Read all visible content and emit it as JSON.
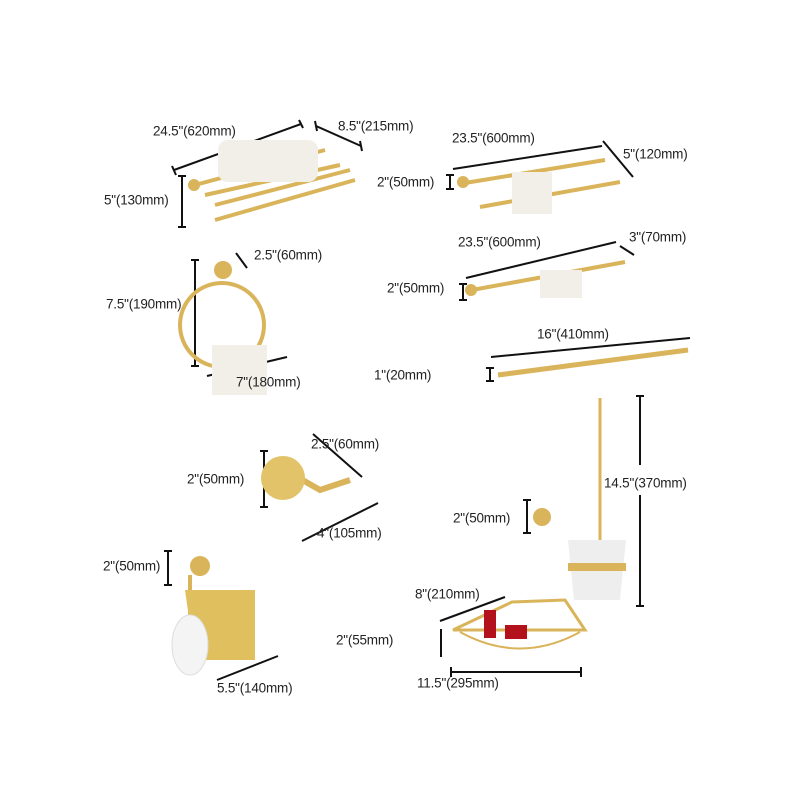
{
  "colors": {
    "gold": "#d9b45a",
    "gold_dark": "#b08a2e",
    "line": "#111111",
    "towel": "#f1efe8",
    "red": "#b3121c"
  },
  "products": [
    {
      "name": "towel-rack-shelf",
      "dims": [
        "24.5\"(620mm)",
        "8.5\"(215mm)",
        "5\"(130mm)"
      ]
    },
    {
      "name": "double-towel-bar",
      "dims": [
        "23.5\"(600mm)",
        "5\"(120mm)",
        "2\"(50mm)"
      ]
    },
    {
      "name": "towel-ring",
      "dims": [
        "2.5\"(60mm)",
        "7.5\"(190mm)",
        "7\"(180mm)"
      ]
    },
    {
      "name": "single-towel-bar",
      "dims": [
        "23.5\"(600mm)",
        "3\"(70mm)",
        "2\"(50mm)"
      ]
    },
    {
      "name": "hook-rail",
      "dims": [
        "16\"(410mm)",
        "1\"(20mm)"
      ]
    },
    {
      "name": "robe-hook",
      "dims": [
        "2.5\"(60mm)",
        "2\"(50mm)",
        "4\"(105mm)"
      ]
    },
    {
      "name": "toilet-brush-holder",
      "dims": [
        "14.5\"(370mm)",
        "2\"(50mm)"
      ]
    },
    {
      "name": "toilet-paper-holder",
      "dims": [
        "2\"(50mm)",
        "5.5\"(140mm)"
      ]
    },
    {
      "name": "corner-basket",
      "dims": [
        "8\"(210mm)",
        "2\"(55mm)",
        "11.5\"(295mm)"
      ]
    }
  ]
}
